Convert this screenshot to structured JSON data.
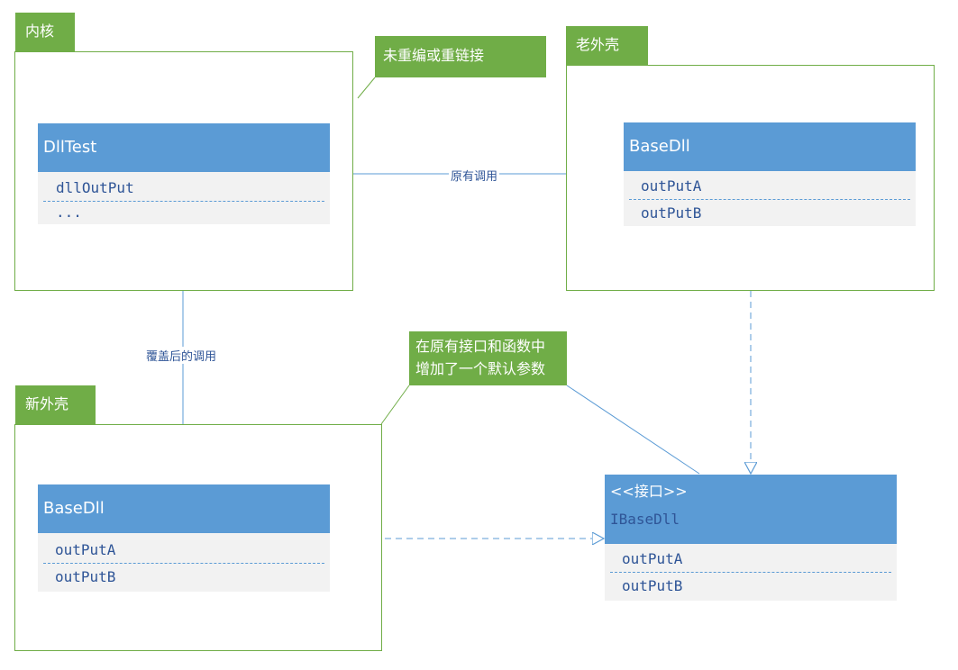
{
  "frames": {
    "kernel": {
      "label": "内核"
    },
    "old_shell": {
      "label": "老外壳"
    },
    "new_shell": {
      "label": "新外壳"
    }
  },
  "notes": {
    "no_rebuild": "未重编或重链接",
    "default_param": [
      "在原有接口和函数中",
      "增加了一个默认参数"
    ]
  },
  "classes": {
    "dlltest": {
      "name": "DllTest",
      "members": [
        "dllOutPut",
        "..."
      ]
    },
    "old_basedll": {
      "name": "BaseDll",
      "members": [
        "outPutA",
        "outPutB"
      ]
    },
    "new_basedll": {
      "name": "BaseDll",
      "members": [
        "outPutA",
        "outPutB"
      ]
    },
    "ibasedll": {
      "stereotype": "<<接口>>",
      "name": "IBaseDll",
      "members": [
        "outPutA",
        "outPutB"
      ]
    }
  },
  "edges": {
    "original_call": "原有调用",
    "overridden_call": "覆盖后的调用"
  },
  "colors": {
    "green": "#70ad47",
    "blue": "#5b9bd5",
    "member_text": "#2f5597",
    "body_bg": "#f2f2f2"
  }
}
